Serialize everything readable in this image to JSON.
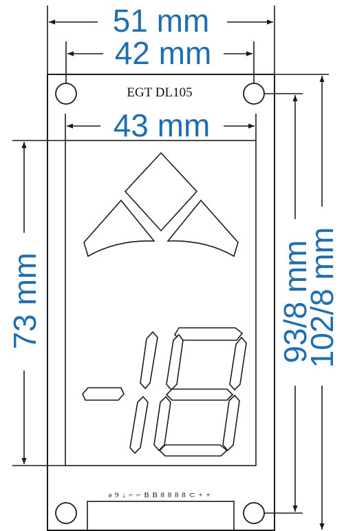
{
  "board": {
    "label": "EGT  DL105",
    "pin_labels": "ǝ 9 ↓ ⌐ ⌐ B B 8 8 8 8 ⊂ + +"
  },
  "dimensions": {
    "overall_width": "51 mm",
    "hole_spacing_width": "42 mm",
    "display_width": "43 mm",
    "display_height": "73 mm",
    "hole_spacing_height": "93/8 mm",
    "overall_height": "102/8 mm"
  },
  "colors": {
    "dimension": "#1f6fb0",
    "outline": "#1a1a1a",
    "background": "#ffffff"
  },
  "icons": {
    "direction_arrow": "up-arrow-segments",
    "floor_digit": "seven-segment-minus-8"
  }
}
